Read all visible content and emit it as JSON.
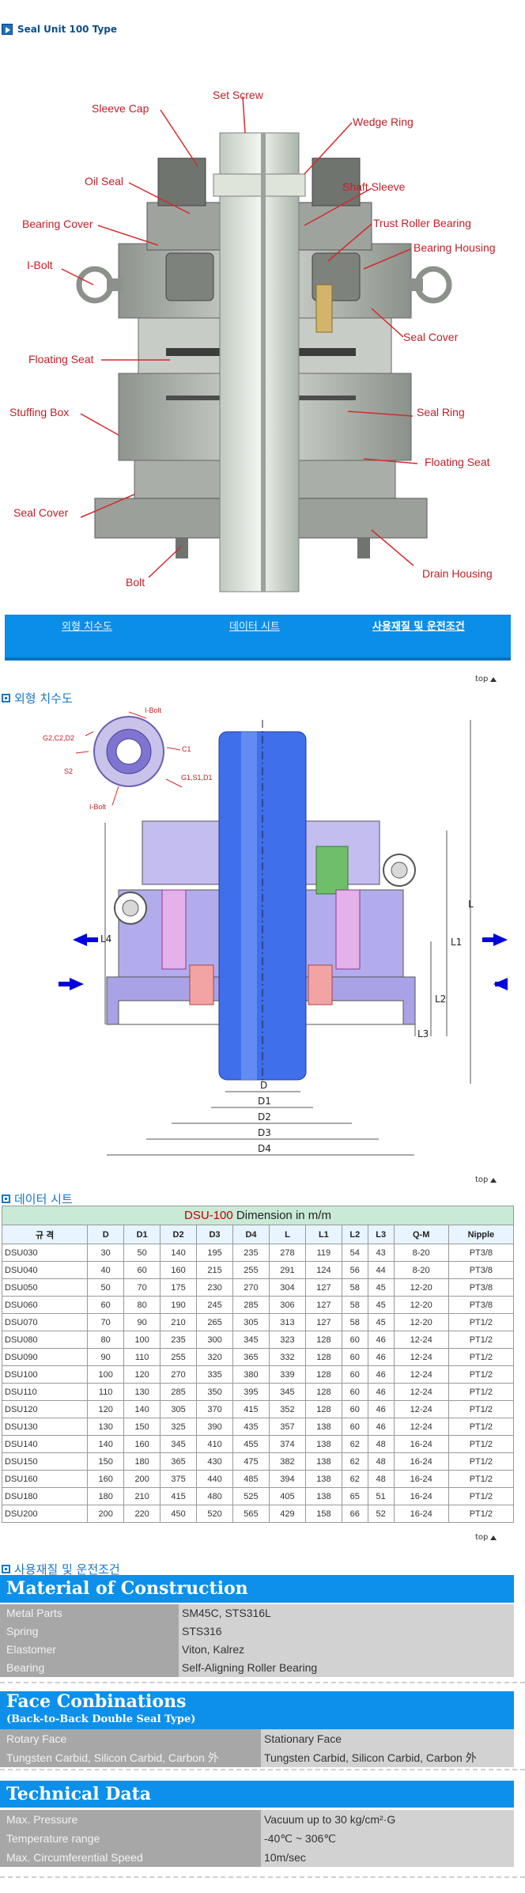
{
  "page_title": "Seal Unit 100 Type",
  "diagram1": {
    "labels": {
      "sleeve_cap": "Sleeve Cap",
      "set_screw": "Set Screw",
      "wedge_ring": "Wedge Ring",
      "oil_seal": "Oil Seal",
      "shaft_sleeve": "Shaft Sleeve",
      "bearing_cover": "Bearing Cover",
      "trust_roller_bearing": "Trust Roller Bearing",
      "bearing_housing": "Bearing Housing",
      "i_bolt": "I-Bolt",
      "seal_cover_right": "Seal Cover",
      "floating_seat_left": "Floating Seat",
      "stuffing_box": "Stuffing Box",
      "seal_ring": "Seal Ring",
      "floating_seat_right": "Floating Seat",
      "seal_cover_left": "Seal Cover",
      "drain_housing": "Drain Housing",
      "bolt": "Bolt"
    }
  },
  "nav": {
    "items": [
      "외형 치수도",
      "데이터 시트",
      "사용재질 및 운전조건"
    ]
  },
  "top_label": "top",
  "sections": {
    "dimensions": "외형 치수도",
    "datasheet": "데이터 시트",
    "materials": "사용재질 및 운전조건"
  },
  "diagram2": {
    "labels": {
      "i_bolt_top": "I-Bolt",
      "g2": "G2,C2,D2",
      "c1": "C1",
      "s2": "S2",
      "g1": "G1,S1,D1",
      "i_bolt_bottom": "I-Bolt",
      "L": "L",
      "L1": "L1",
      "L2": "L2",
      "L3": "L3",
      "L4": "L4",
      "D": "D",
      "D1": "D1",
      "D2": "D2",
      "D3": "D3",
      "D4": "D4"
    }
  },
  "table": {
    "caption_model": "DSU-100",
    "caption_rest": " Dimension in m/m",
    "headers": [
      "규 격",
      "D",
      "D1",
      "D2",
      "D3",
      "D4",
      "L",
      "L1",
      "L2",
      "L3",
      "Q-M",
      "Nipple"
    ],
    "rows": [
      [
        "DSU030",
        "30",
        "50",
        "140",
        "195",
        "235",
        "278",
        "119",
        "54",
        "43",
        "8-20",
        "PT3/8"
      ],
      [
        "DSU040",
        "40",
        "60",
        "160",
        "215",
        "255",
        "291",
        "124",
        "56",
        "44",
        "8-20",
        "PT3/8"
      ],
      [
        "DSU050",
        "50",
        "70",
        "175",
        "230",
        "270",
        "304",
        "127",
        "58",
        "45",
        "12-20",
        "PT3/8"
      ],
      [
        "DSU060",
        "60",
        "80",
        "190",
        "245",
        "285",
        "306",
        "127",
        "58",
        "45",
        "12-20",
        "PT3/8"
      ],
      [
        "DSU070",
        "70",
        "90",
        "210",
        "265",
        "305",
        "313",
        "127",
        "58",
        "45",
        "12-20",
        "PT1/2"
      ],
      [
        "DSU080",
        "80",
        "100",
        "235",
        "300",
        "345",
        "323",
        "128",
        "60",
        "46",
        "12-24",
        "PT1/2"
      ],
      [
        "DSU090",
        "90",
        "110",
        "255",
        "320",
        "365",
        "332",
        "128",
        "60",
        "46",
        "12-24",
        "PT1/2"
      ],
      [
        "DSU100",
        "100",
        "120",
        "270",
        "335",
        "380",
        "339",
        "128",
        "60",
        "46",
        "12-24",
        "PT1/2"
      ],
      [
        "DSU110",
        "110",
        "130",
        "285",
        "350",
        "395",
        "345",
        "128",
        "60",
        "46",
        "12-24",
        "PT1/2"
      ],
      [
        "DSU120",
        "120",
        "140",
        "305",
        "370",
        "415",
        "352",
        "128",
        "60",
        "46",
        "12-24",
        "PT1/2"
      ],
      [
        "DSU130",
        "130",
        "150",
        "325",
        "390",
        "435",
        "357",
        "138",
        "60",
        "46",
        "12-24",
        "PT1/2"
      ],
      [
        "DSU140",
        "140",
        "160",
        "345",
        "410",
        "455",
        "374",
        "138",
        "62",
        "48",
        "16-24",
        "PT1/2"
      ],
      [
        "DSU150",
        "150",
        "180",
        "365",
        "430",
        "475",
        "382",
        "138",
        "62",
        "48",
        "16-24",
        "PT1/2"
      ],
      [
        "DSU160",
        "160",
        "200",
        "375",
        "440",
        "485",
        "394",
        "138",
        "62",
        "48",
        "16-24",
        "PT1/2"
      ],
      [
        "DSU180",
        "180",
        "210",
        "415",
        "480",
        "525",
        "405",
        "138",
        "65",
        "51",
        "16-24",
        "PT1/2"
      ],
      [
        "DSU200",
        "200",
        "220",
        "450",
        "520",
        "565",
        "429",
        "158",
        "66",
        "52",
        "16-24",
        "PT1/2"
      ]
    ]
  },
  "materials": {
    "title": "Material of Construction",
    "rows": [
      {
        "k": "Metal Parts",
        "v": "SM45C, STS316L"
      },
      {
        "k": "Spring",
        "v": "STS316"
      },
      {
        "k": "Elastomer",
        "v": "Viton, Kalrez"
      },
      {
        "k": "Bearing",
        "v": "Self-Aligning Roller Bearing"
      }
    ]
  },
  "faces": {
    "title": "Face Conbinations",
    "subtitle": "(Back-to-Back Double Seal Type)",
    "rows": [
      {
        "k": "Rotary Face",
        "v": "Stationary Face"
      },
      {
        "k": "Tungsten Carbid, Silicon Carbid, Carbon 外",
        "v": "Tungsten Carbid, Silicon Carbid, Carbon 外"
      }
    ]
  },
  "technical": {
    "title": "Technical Data",
    "rows": [
      {
        "k": "Max. Pressure",
        "v": "Vacuum up to 30 kg/cm²·G"
      },
      {
        "k": "Temperature range",
        "v": "-40℃ ~ 306℃"
      },
      {
        "k": "Max. Circumferential Speed",
        "v": "10m/sec"
      }
    ]
  },
  "colors": {
    "accent": "#0d90ea",
    "callout": "#c0202a",
    "table_header": "#c8ead6"
  }
}
